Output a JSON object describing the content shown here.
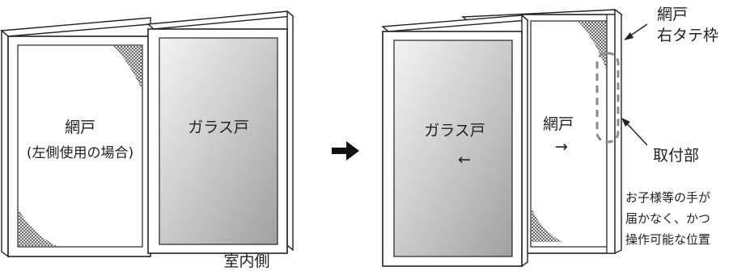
{
  "left_panel": {
    "screen_label": "網戸",
    "screen_note": "(左側使用の場合)",
    "glass_label": "ガラス戸",
    "room_side_label": "室内側"
  },
  "right_panel": {
    "glass_label": "ガラス戸",
    "screen_label": "網戸",
    "glass_arrow": "←",
    "screen_arrow": "→",
    "frame_label_line1": "網戸",
    "frame_label_line2": "右タテ枠",
    "mount_label": "取付部",
    "mount_note_line1": "お子様等の手が",
    "mount_note_line2": "届かなく、かつ",
    "mount_note_line3": "操作可能な位置"
  },
  "colors": {
    "line": "#222222",
    "glass_light": "#f2f2f2",
    "glass_dark": "#a8a8a8",
    "dashed_marker": "#8a8a8a"
  }
}
